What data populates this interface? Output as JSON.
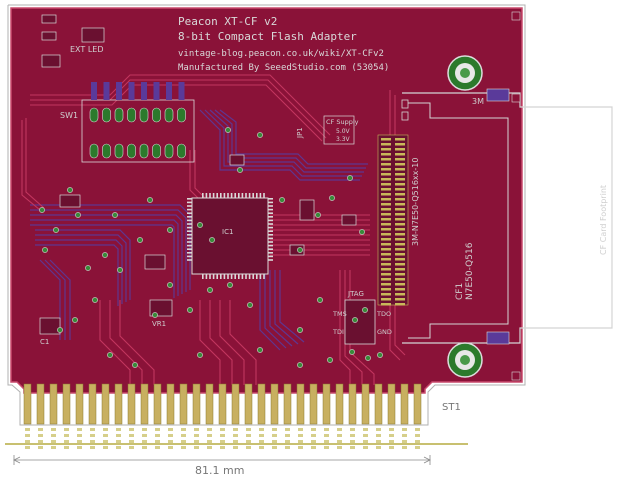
{
  "board": {
    "title": "Peacon XT-CF v2",
    "subtitle": "8-bit Compact Flash Adapter",
    "url": "vintage-blog.peacon.co.uk/wiki/XT-CFv2",
    "manufacturer": "Manufactured By SeeedStudio.com (53054)",
    "colors": {
      "pcb": "#8a1238",
      "trace_top": "#b3264f",
      "trace_bottom": "#5a3a9a",
      "silkscreen": "#d9d9d9",
      "pad": "#c8b85a",
      "via": "#3a8a3a",
      "outline": "#999999"
    }
  },
  "labels": {
    "ext_led": "EXT LED",
    "sw1": "SW1",
    "ic1": "IC1",
    "cf_supply": "CF Supply",
    "v50": "5.0V",
    "v33": "3.3V",
    "cf1": "CF1",
    "cf_part": "N7E50-Q516",
    "cf_part_vertical": "3M-N7E50-Q516xx-10",
    "jtag": "JTAG",
    "tdo": "TDO",
    "tdi": "TDI",
    "gnd": "GND",
    "tms": "TMS",
    "vr1": "VR1",
    "st1": "ST1",
    "three_m": "3M",
    "c1": "C1",
    "jp1": "JP1"
  },
  "cf_footprint": {
    "label": "CF Card Footprint"
  },
  "dimension": {
    "label": "81.1 mm"
  }
}
